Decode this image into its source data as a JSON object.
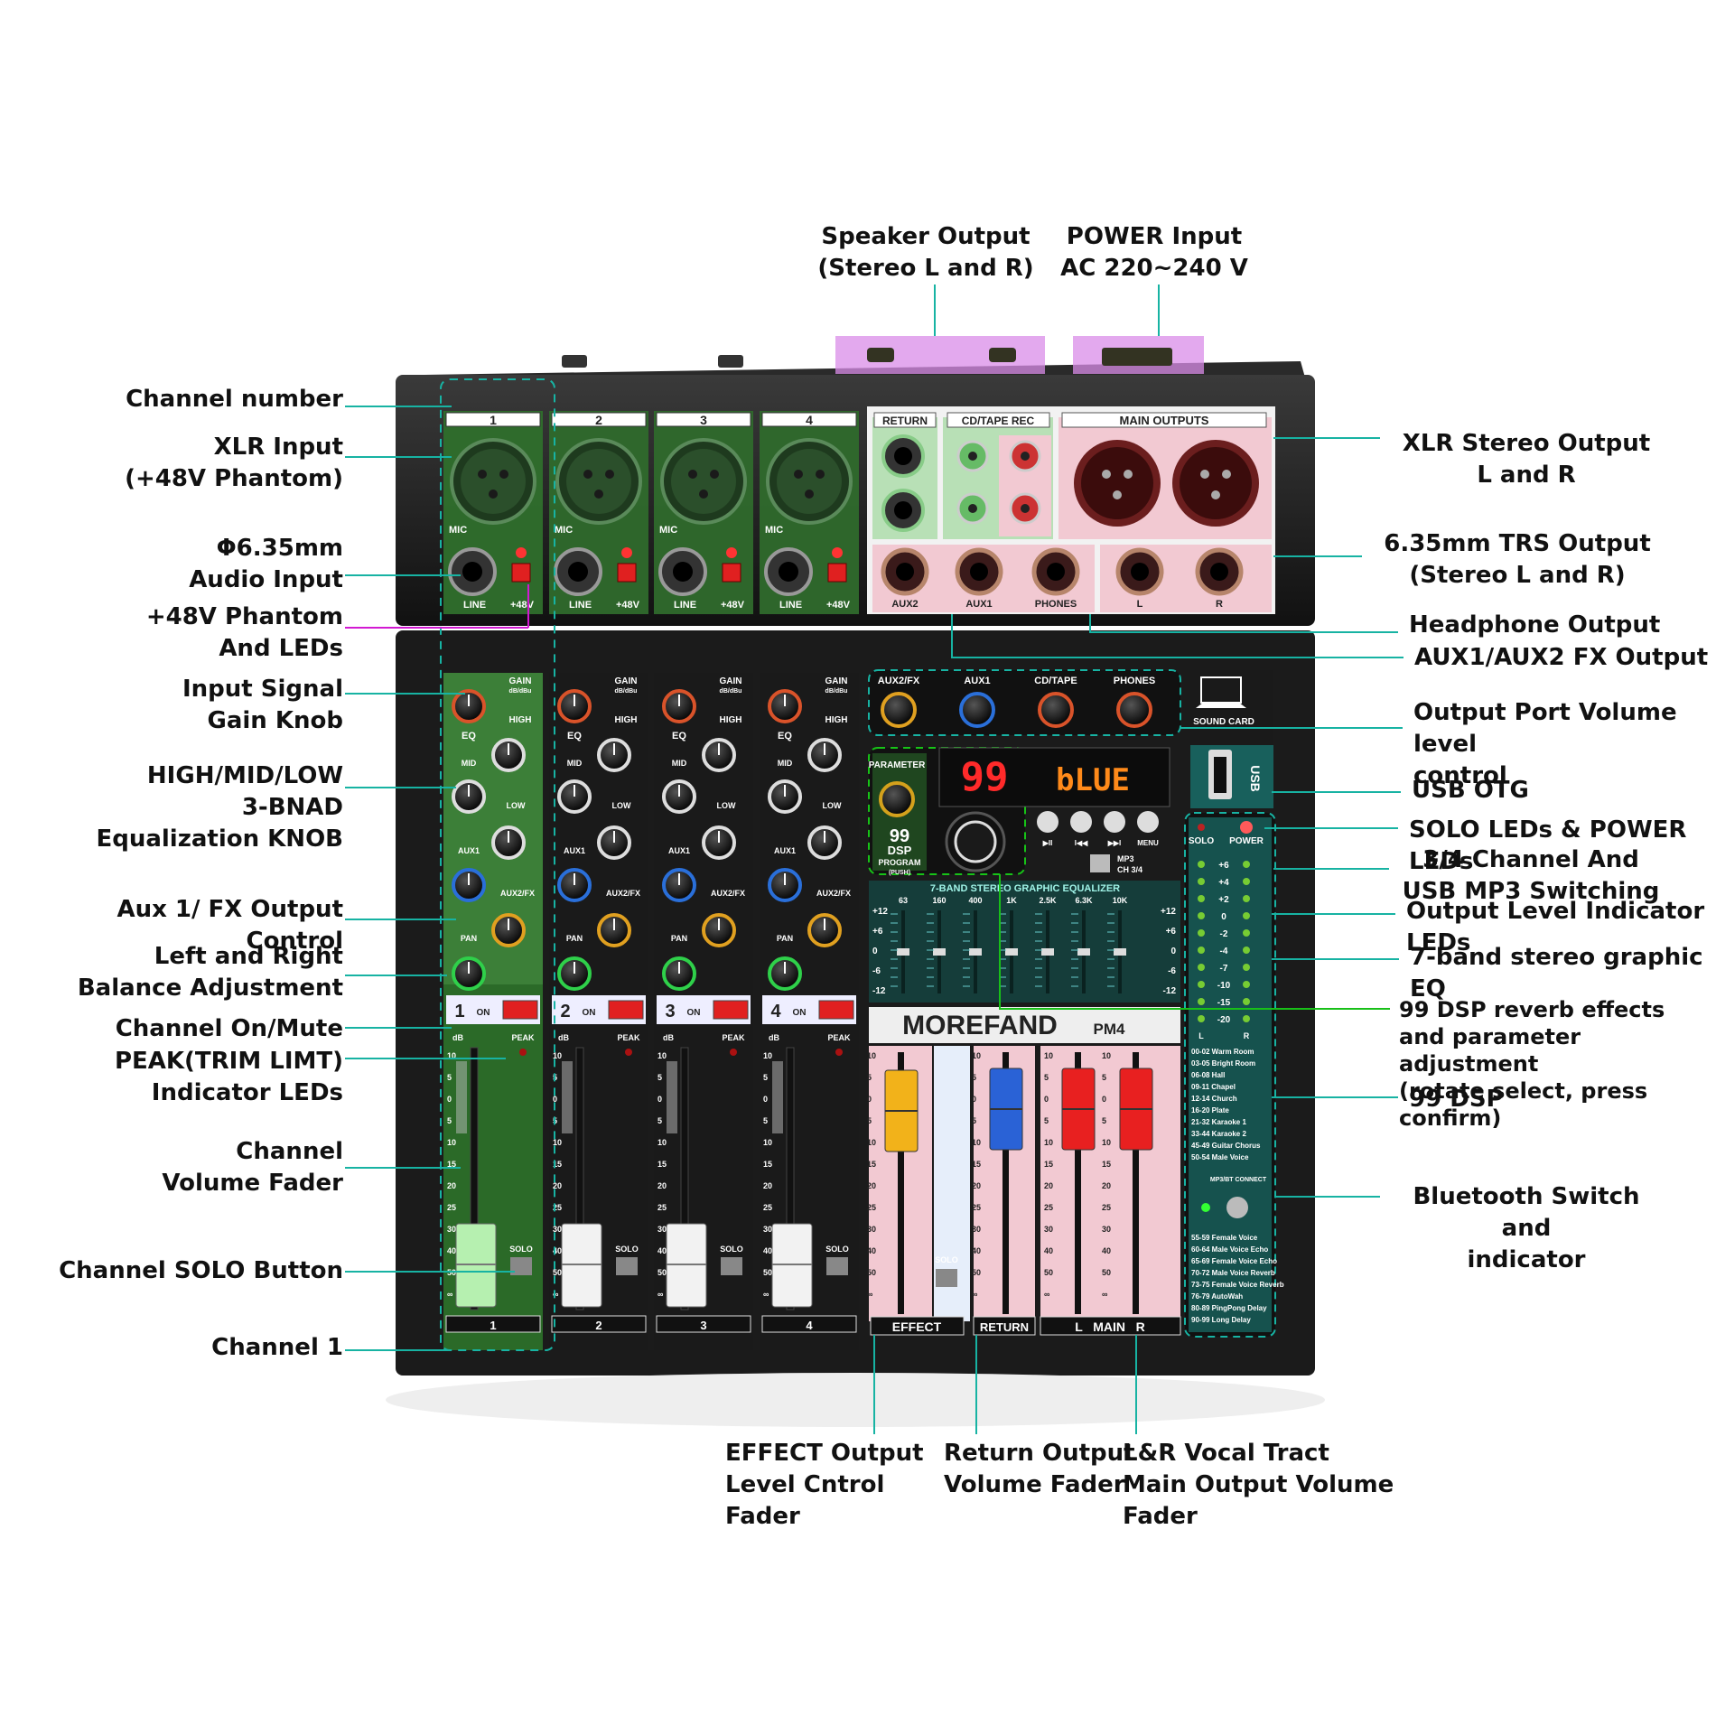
{
  "colors": {
    "accent": "#17b3a3",
    "green_highlight": "#2e7d32",
    "pink_highlight": "#e8a7b8",
    "mixer_body": "#1c1c1c"
  },
  "mixer": {
    "brand": "MOREFAND",
    "model": "PM4",
    "channels": [
      "1",
      "2",
      "3",
      "4"
    ],
    "channel_labels": {
      "mic": "MIC",
      "line": "LINE",
      "phantom": "+48V",
      "gain": "GAIN",
      "gain_unit": "dB/dBu",
      "eq": "EQ",
      "high": "HIGH",
      "mid": "MID",
      "low": "LOW",
      "aux1": "AUX1",
      "aux2fx": "AUX2/FX",
      "pan": "PAN",
      "on": "ON",
      "db": "dB",
      "peak": "PEAK",
      "solo": "SOLO"
    },
    "fader_scale": [
      "10",
      "5",
      "0",
      "5",
      "10",
      "15",
      "20",
      "25",
      "30",
      "40",
      "50",
      "∞"
    ],
    "io_labels": {
      "return": "RETURN",
      "cd_tape_rec": "CD/TAPE REC",
      "main_outputs": "MAIN OUTPUTS",
      "aux2": "AUX2",
      "aux1": "AUX1",
      "phones": "PHONES",
      "l": "L",
      "r": "R"
    },
    "master_knobs": [
      "AUX2/FX",
      "AUX1",
      "CD/TAPE",
      "PHONES"
    ],
    "sound_card": "SOUND CARD",
    "usb": "USB",
    "parameter": "PARAMETER",
    "dsp_number": "99",
    "dsp": "DSP",
    "program": "PROGRAM",
    "push": "(PUSH)",
    "display_digits": "99",
    "display_text": "bLUE",
    "player_buttons": [
      "▶II",
      "I◀◀",
      "▶▶I",
      "MENU"
    ],
    "mp3_switch": "MP3",
    "ch34_switch": "CH 3/4",
    "solo_led": "SOLO",
    "power_led": "POWER",
    "meter_scale": [
      "+6",
      "+4",
      "+2",
      "0",
      "-2",
      "-4",
      "-7",
      "-10",
      "-15",
      "-20"
    ],
    "geq_title": "7-BAND STEREO GRAPHIC EQUALIZER",
    "geq_bands": [
      "63",
      "160",
      "400",
      "1K",
      "2.5K",
      "6.3K",
      "10K"
    ],
    "geq_scale": [
      "+12",
      "+6",
      "0",
      "-6",
      "-12"
    ],
    "bus_labels": {
      "effect": "EFFECT",
      "return": "RETURN",
      "main": "L   MAIN   R"
    },
    "dsp_presets": [
      "00-02 Warm Room",
      "03-05 Bright Room",
      "06-08 Hall",
      "09-11 Chapel",
      "12-14 Church",
      "16-20 Plate",
      "21-32 Karaoke 1",
      "33-44 Karaoke 2",
      "45-49 Guitar Chorus",
      "50-54 Male Voice",
      "55-59 Female Voice",
      "60-64 Male Voice Echo",
      "65-69 Female Voice Echo",
      "70-72 Male Voice Reverb",
      "73-75 Female Voice Reverb",
      "76-79 AutoWah",
      "80-89 PingPong Delay",
      "90-99 Long Delay"
    ],
    "bt_connect": "MP3/BT CONNECT"
  },
  "callouts": {
    "left": [
      "Channel number",
      "XLR Input\n(+48V Phantom)",
      "Φ6.35mm\nAudio Input",
      "+48V Phantom\nAnd LEDs",
      "Input Signal\nGain Knob",
      "HIGH/MID/LOW\n3-BNAD\nEqualization KNOB",
      "Aux 1/ FX Output Control",
      "Left and Right\nBalance Adjustment",
      "Channel On/Mute",
      "PEAK(TRIM LIMT)\nIndicator LEDs",
      "Channel\nVolume Fader",
      "Channel SOLO Button",
      "Channel 1"
    ],
    "top": [
      "Speaker Output\n(Stereo L and R)",
      "POWER Input\nAC 220~240 V"
    ],
    "right": [
      "XLR Stereo Output\nL and R",
      "6.35mm TRS Output\n(Stereo L and R)",
      "Headphone Output",
      "AUX1/AUX2 FX Output",
      "Output Port Volume level\ncontrol",
      "USB OTG",
      "SOLO LEDs & POWER LEDs",
      "3/4 Channel And\nUSB MP3 Switching",
      "Output Level Indicator LEDs",
      "7-band stereo graphic EQ",
      "99 DSP reverb effects\nand parameter adjustment\n(rotate select, press confirm)",
      "99 DSP",
      "Bluetooth Switch and\nindicator"
    ],
    "bottom": [
      "EFFECT Output\nLevel Cntrol Fader",
      "Return Output\nVolume Fader",
      "L&R Vocal Tract\nMain  Output Volume Fader"
    ]
  }
}
